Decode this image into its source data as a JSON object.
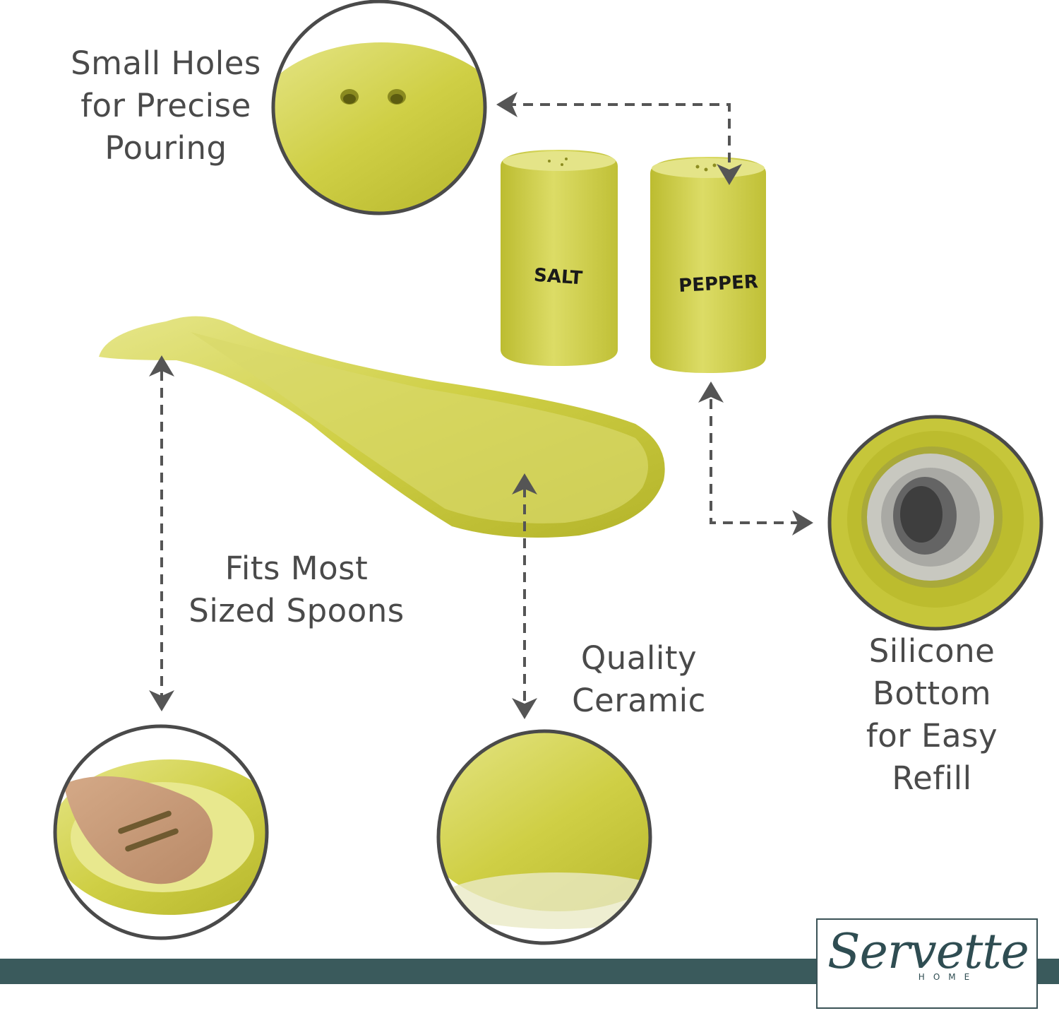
{
  "labels": {
    "holes": [
      "Small Holes",
      "for Precise",
      "Pouring"
    ],
    "spoons": [
      "Fits Most",
      "Sized Spoons"
    ],
    "ceramic": [
      "Quality",
      "Ceramic"
    ],
    "silicone": [
      "Silicone",
      "Bottom",
      "for Easy",
      "Refill"
    ]
  },
  "shakers": {
    "salt": "SALT",
    "pepper": "PEPPER"
  },
  "brand": {
    "name": "Servette",
    "sub": "HOME"
  },
  "colors": {
    "ceramic_yellow": "#c8c83a",
    "ceramic_highlight": "#dede7a",
    "circle_border": "#4a4a4a",
    "arrow": "#555555",
    "band": "#3a5a5c",
    "text": "#4a4a4a"
  }
}
